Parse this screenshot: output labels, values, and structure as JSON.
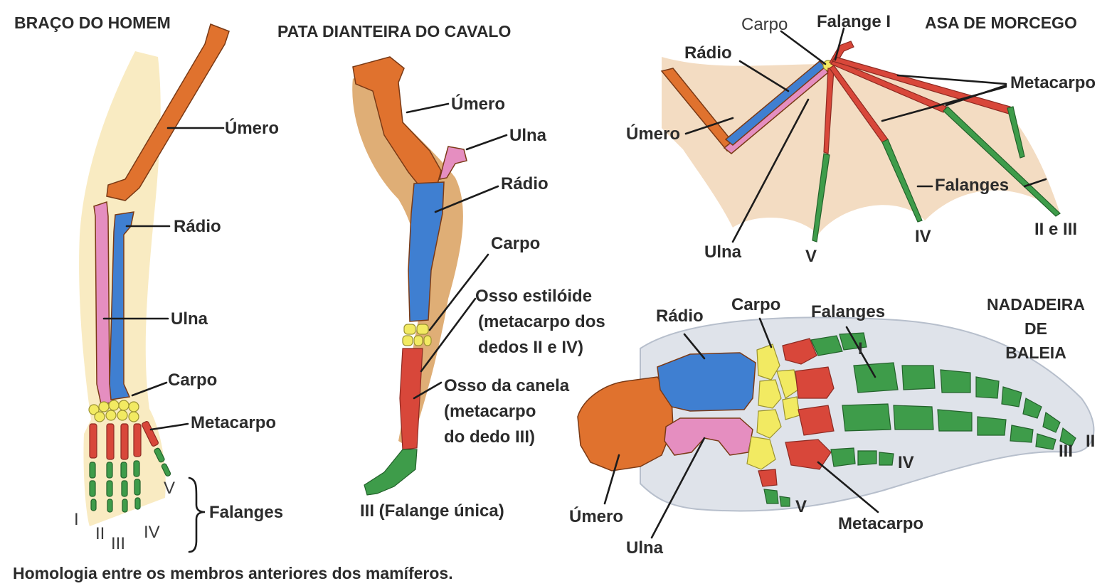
{
  "titles": {
    "human": "BRAÇO DO HOMEM",
    "horse": "PATA DIANTEIRA DO CAVALO",
    "bat": "ASA DE MORCEGO",
    "whale_line1": "NADADEIRA",
    "whale_line2": "DE",
    "whale_line3": "BALEIA"
  },
  "human": {
    "umero": "Úmero",
    "radio": "Rádio",
    "ulna": "Ulna",
    "carpo": "Carpo",
    "metacarpo": "Metacarpo",
    "falanges": "Falanges",
    "digit_I": "I",
    "digit_II": "II",
    "digit_III": "III",
    "digit_IV": "IV",
    "digit_V": "V"
  },
  "horse": {
    "umero": "Úmero",
    "ulna": "Ulna",
    "radio": "Rádio",
    "carpo": "Carpo",
    "osso_estiloide_1": "Osso estilóide",
    "osso_estiloide_2": "(metacarpo dos",
    "osso_estiloide_3": "dedos II e IV)",
    "osso_canela_1": "Osso da canela",
    "osso_canela_2": "(metacarpo",
    "osso_canela_3": "do dedo III)",
    "falange_unica": "III (Falange única)"
  },
  "bat": {
    "carpo": "Carpo",
    "falange_i": "Falange I",
    "radio": "Rádio",
    "umero": "Úmero",
    "metacarpo": "Metacarpo",
    "falanges": "Falanges",
    "ulna": "Ulna",
    "digit_V": "V",
    "digit_IV": "IV",
    "digit_II_III": "II e III"
  },
  "whale": {
    "radio": "Rádio",
    "carpo": "Carpo",
    "falanges": "Falanges",
    "digit_I": "I",
    "digit_IV": "IV",
    "digit_III": "III",
    "digit_II": "II",
    "digit_V": "V",
    "umero": "Úmero",
    "ulna": "Ulna",
    "metacarpo": "Metacarpo"
  },
  "caption": "Homologia entre os membros anteriores dos mamíferos.",
  "colors": {
    "umero": "#e0722e",
    "radio": "#3f7fd1",
    "ulna": "#e58ec0",
    "carpo": "#f2ea62",
    "metacarpo": "#d8473a",
    "falanges": "#3e9c4a",
    "skin": "#f3dcc2",
    "fin": "#dfe3ea"
  }
}
